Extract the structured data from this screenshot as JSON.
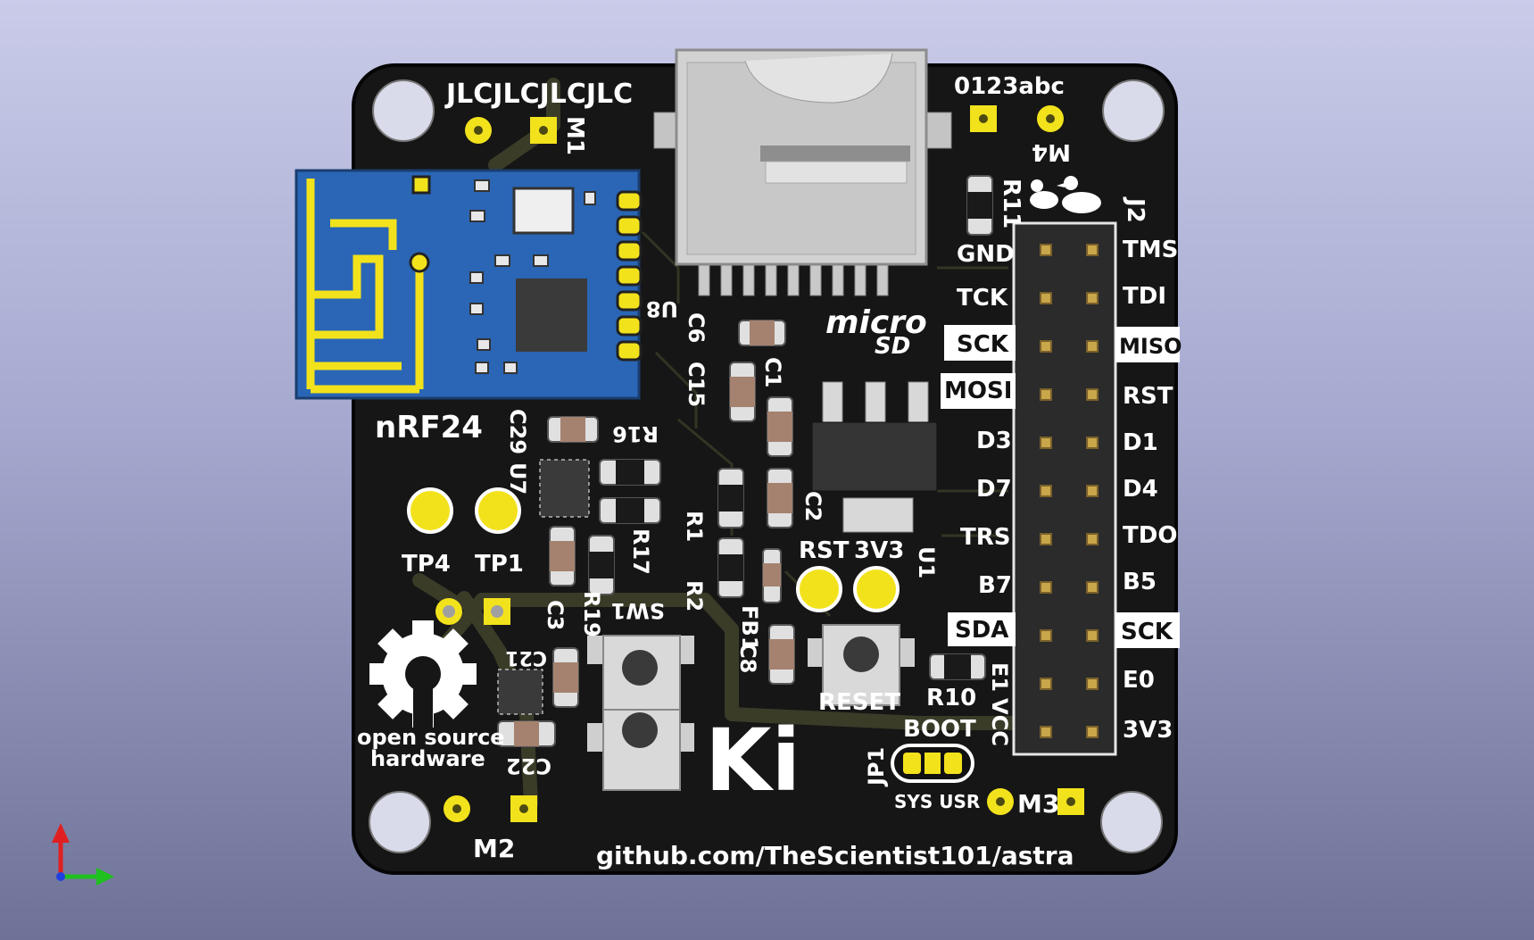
{
  "colors": {
    "board": "#161616",
    "copper_trace": "#3a3c28",
    "pad_gold": "#f2e21c",
    "module_blue": "#2a66b5",
    "silk": "#ffffff",
    "header": "#2b2b2b",
    "sd_metal": "#cfcfcf"
  },
  "labels": {
    "jlc": "JLCJLCJLCJLC",
    "m1": "M1",
    "m2": "M2",
    "m3": "M3",
    "m4": "M4",
    "code": "0123abc",
    "j2": "J2",
    "nrf": "nRF24",
    "u8": "U8",
    "c6": "C6",
    "c15": "C15",
    "c1": "C1",
    "c29": "C29",
    "u7": "U7",
    "r16": "R16",
    "r1": "R1",
    "r2": "R2",
    "r17": "R17",
    "sw1": "SW1",
    "fb1": "FB1",
    "c2": "C2",
    "u1": "U1",
    "c3": "C3",
    "r19": "R19",
    "c8": "C8",
    "r10": "R10",
    "r11": "R11",
    "e1": "E1",
    "vcc": "VCC",
    "c21": "C21",
    "c22": "C22",
    "tp4": "TP4",
    "tp1": "TP1",
    "rst": "RST",
    "v33": "3V3",
    "reset": "RESET",
    "boot": "BOOT",
    "jp1": "JP1",
    "sys_usr": "SYS USR",
    "osh1": "open source",
    "osh2": "hardware",
    "ki": "Ki",
    "micro": "micro",
    "sd": "SD",
    "url": "github.com/TheScientist101/astra"
  },
  "pins_left": [
    "GND",
    "TCK",
    "SCK",
    "MOSI",
    "D3",
    "D7",
    "TRS",
    "B7",
    "SDA"
  ],
  "pins_right": [
    "TMS",
    "TDI",
    "MISO",
    "RST",
    "D1",
    "D4",
    "TDO",
    "B5",
    "SCK",
    "E0",
    "3V3"
  ]
}
